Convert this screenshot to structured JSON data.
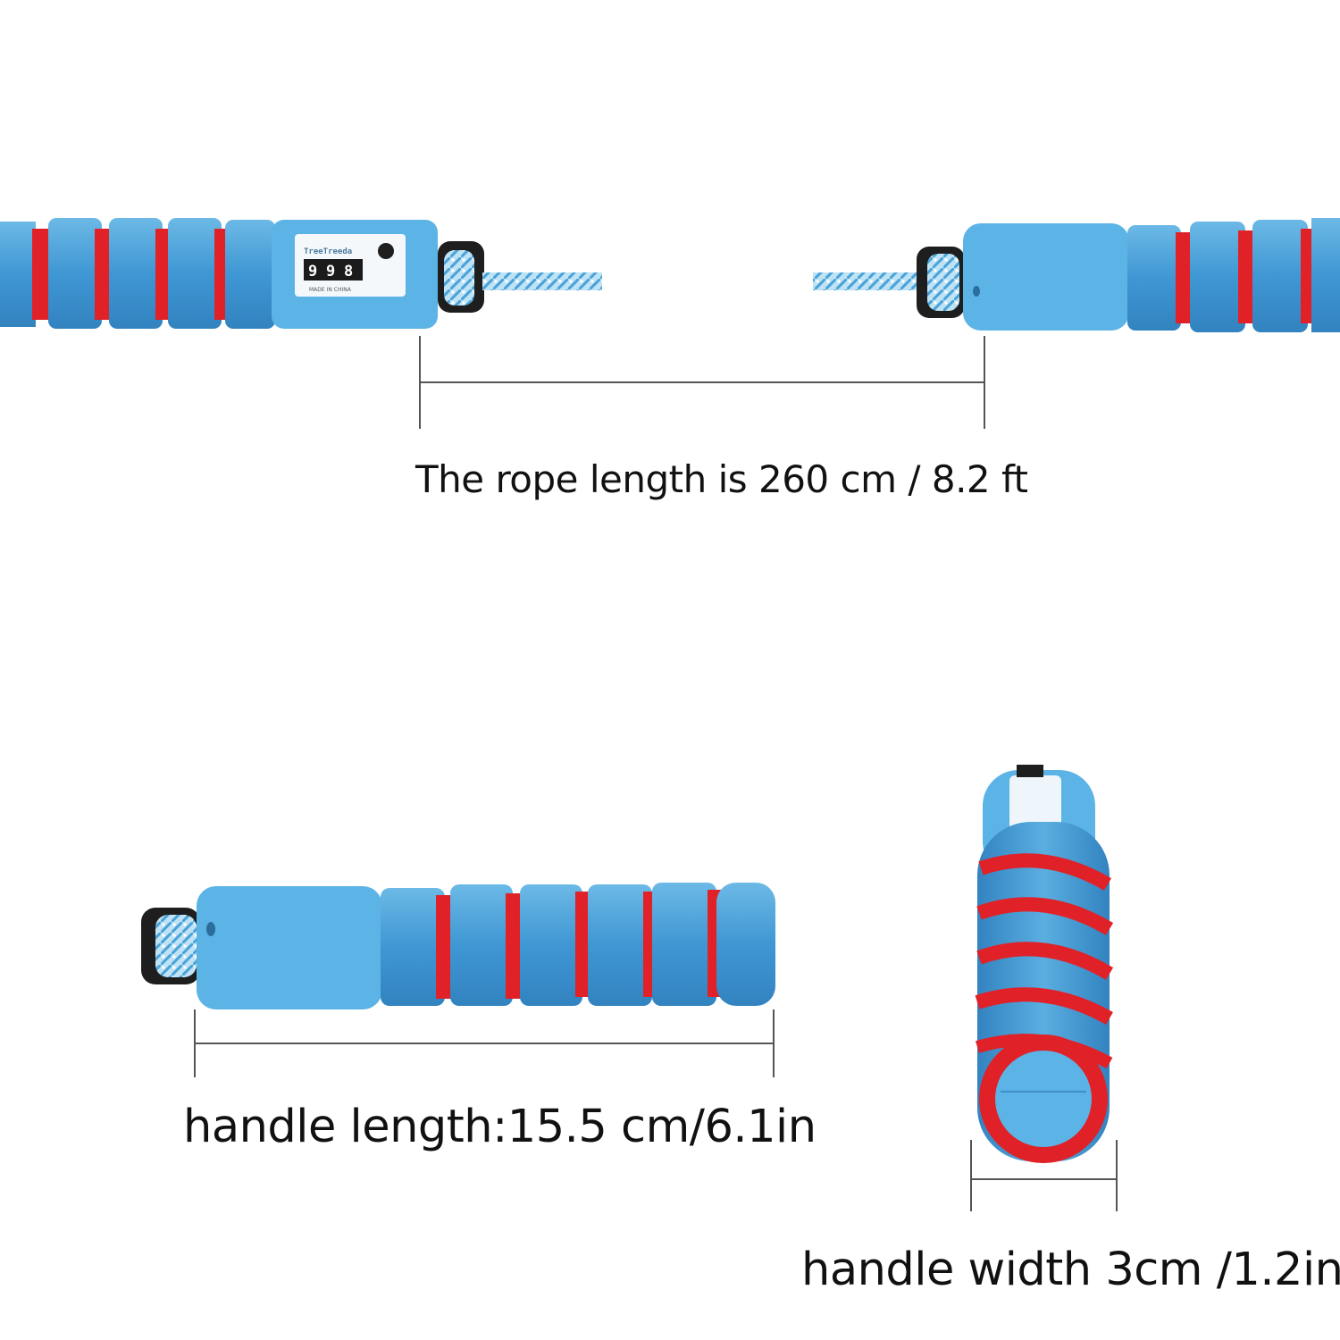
{
  "captions": {
    "rope_length": "The rope length is 260 cm / 8.2 ft",
    "handle_length": "handle length:15.5 cm/6.1in",
    "handle_width": "handle width 3cm /1.2in"
  },
  "counter": {
    "brand": "TreeTreeda",
    "digits": [
      "9",
      "9",
      "8"
    ],
    "made_in": "MADE IN CHINA"
  },
  "colors": {
    "foam_blue": "#4fa3d9",
    "accent_red": "#e02127",
    "plastic_blue": "#5bb3e6",
    "rope": "#a9d7f0",
    "dimension_line": "#555555"
  },
  "icons": [
    "rope-end-cap-icon",
    "counter-reset-button-icon",
    "dimension-line-icon"
  ]
}
